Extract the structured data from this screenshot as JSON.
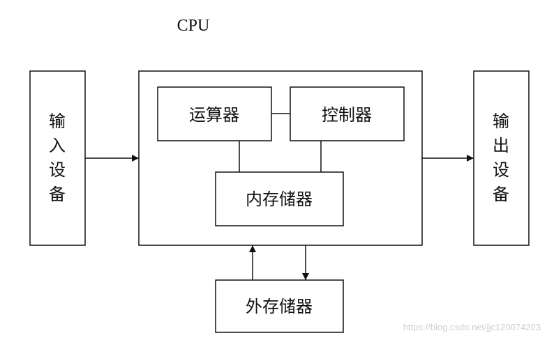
{
  "diagram": {
    "title": "CPU",
    "input_device": [
      "输",
      "入",
      "设",
      "备"
    ],
    "output_device": [
      "输",
      "出",
      "设",
      "备"
    ],
    "alu": "运算器",
    "control_unit": "控制器",
    "internal_memory": "内存储器",
    "external_memory": "外存储器"
  },
  "watermark": "https://blog.csdn.net/jjc120074203"
}
